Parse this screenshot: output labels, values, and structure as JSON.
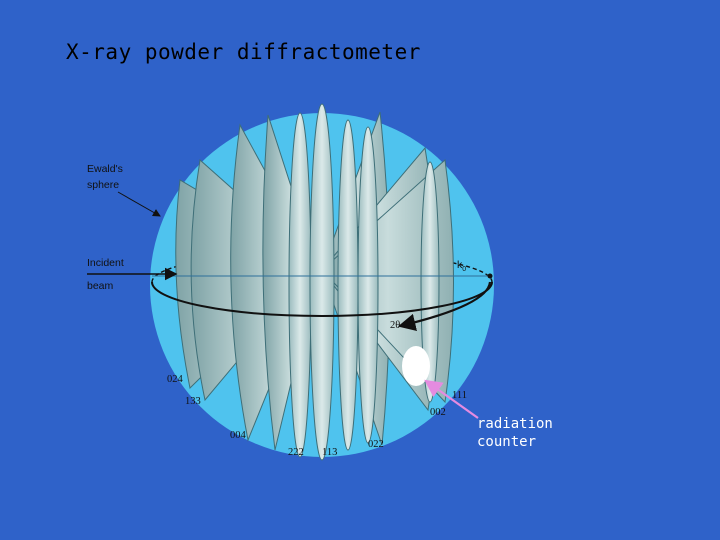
{
  "slide": {
    "title": "X-ray powder diffractometer",
    "counter_label": [
      "radiation",
      "counter"
    ]
  },
  "figure": {
    "labels": {
      "ewald": [
        "Ewald's",
        "sphere"
      ],
      "incident": "Incident",
      "beam": "beam",
      "k0": "k",
      "k0_sub": "0",
      "two_theta": "2θ"
    },
    "indices": [
      "024",
      "133",
      "004",
      "222",
      "113",
      "022",
      "002",
      "111"
    ]
  },
  "colors": {
    "background": "#2f62c9",
    "sphere": "#4fc3ee",
    "cone": "#9fbfc1",
    "counter_arrow": "#e58be0"
  }
}
